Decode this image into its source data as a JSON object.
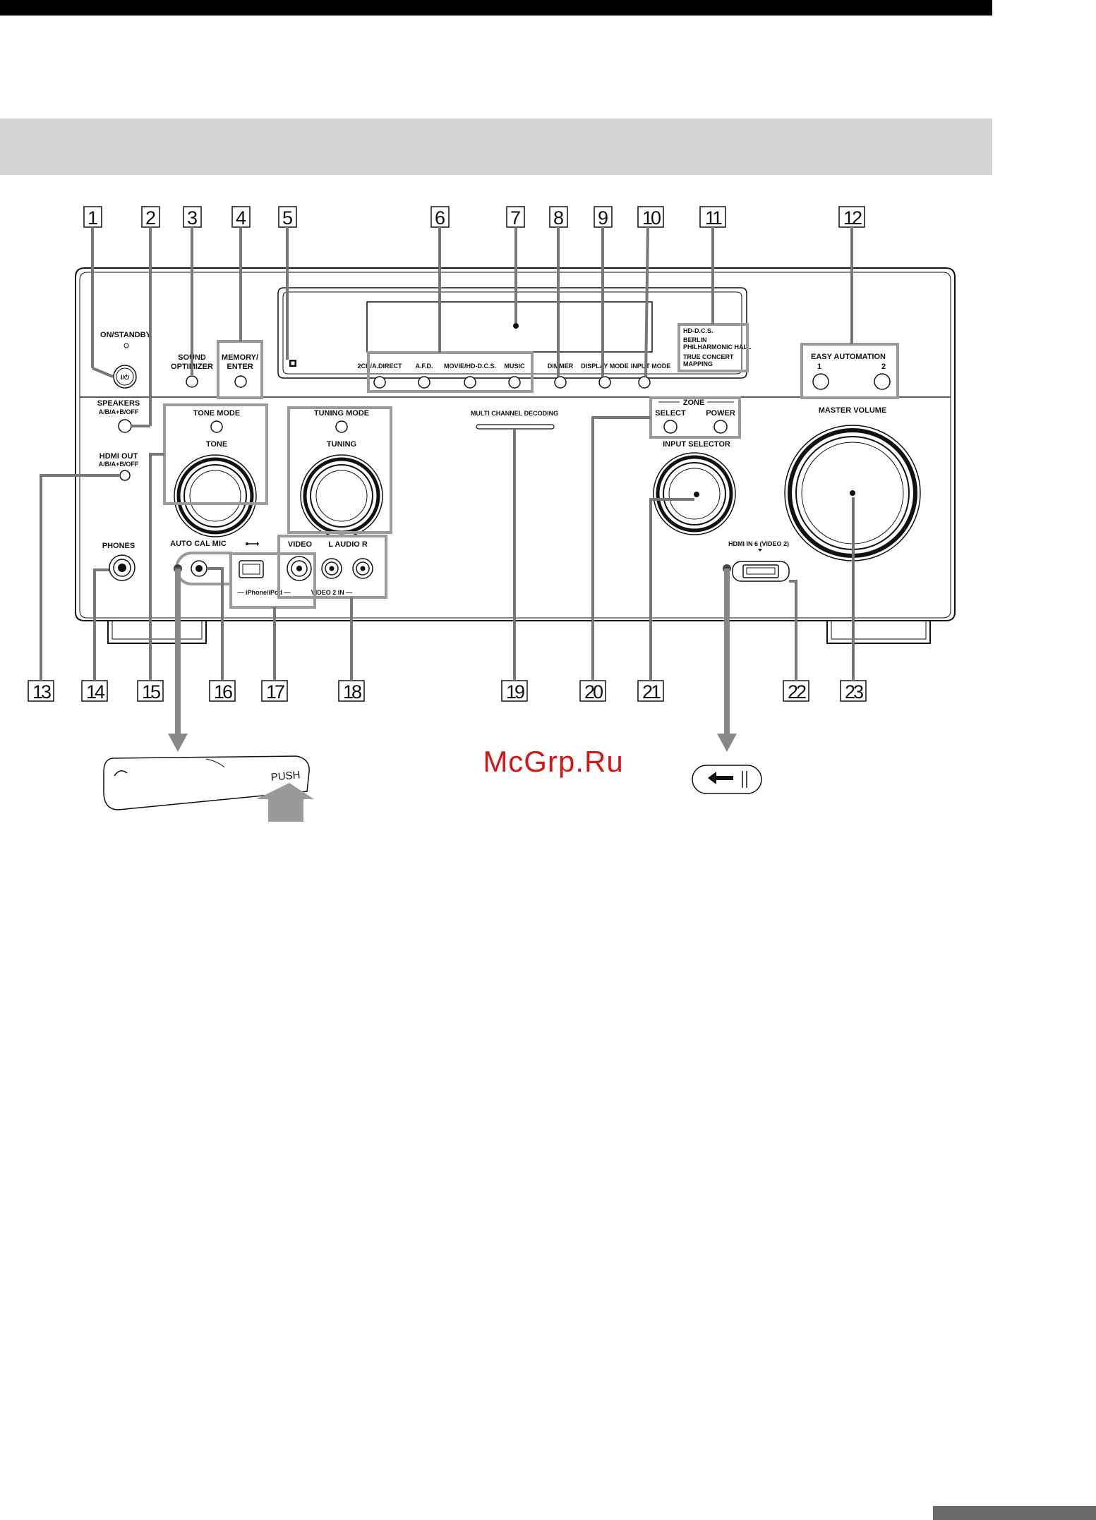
{
  "callouts": [
    "1",
    "2",
    "3",
    "4",
    "5",
    "6",
    "7",
    "8",
    "9",
    "10",
    "11",
    "12",
    "13",
    "14",
    "15",
    "16",
    "17",
    "18",
    "19",
    "20",
    "21",
    "22",
    "23"
  ],
  "panel": {
    "on_standby": "ON/STANDBY",
    "sound_optimizer_1": "SOUND",
    "sound_optimizer_2": "OPTIMIZER",
    "memory_enter_1": "MEMORY/",
    "memory_enter_2": "ENTER",
    "mode_buttons": [
      "2CH/A.DIRECT",
      "A.F.D.",
      "MOVIE/HD-D.C.S.",
      "MUSIC"
    ],
    "dimmer": "DIMMER",
    "display_mode": "DISPLAY MODE",
    "input_mode": "INPUT MODE",
    "badge_lines": [
      "HD-D.C.S.",
      "BERLIN",
      "PHILHARMONIC HALL",
      "TRUE CONCERT",
      "MAPPING"
    ],
    "easy_automation": "EASY AUTOMATION",
    "ea_1": "1",
    "ea_2": "2",
    "speakers": "SPEAKERS",
    "speakers_sub": "A/B/A+B/OFF",
    "hdmi_out": "HDMI OUT",
    "hdmi_out_sub": "A/B/A+B/OFF",
    "tone_mode": "TONE MODE",
    "tone": "TONE",
    "tuning_mode": "TUNING MODE",
    "tuning": "TUNING",
    "multi_channel": "MULTI CHANNEL DECODING",
    "zone": "ZONE",
    "zone_select": "SELECT",
    "zone_power": "POWER",
    "input_selector": "INPUT SELECTOR",
    "master_volume": "MASTER VOLUME",
    "phones": "PHONES",
    "auto_cal_mic": "AUTO CAL MIC",
    "video": "VIDEO",
    "audio_lr": "L   AUDIO   R",
    "iphone_ipod": "— iPhone/iPod —",
    "video2_in": "VIDEO 2 IN —",
    "hdmi_in6": "HDMI IN 6 (VIDEO 2)"
  },
  "push_label": "PUSH",
  "watermark": "McGrp.Ru"
}
